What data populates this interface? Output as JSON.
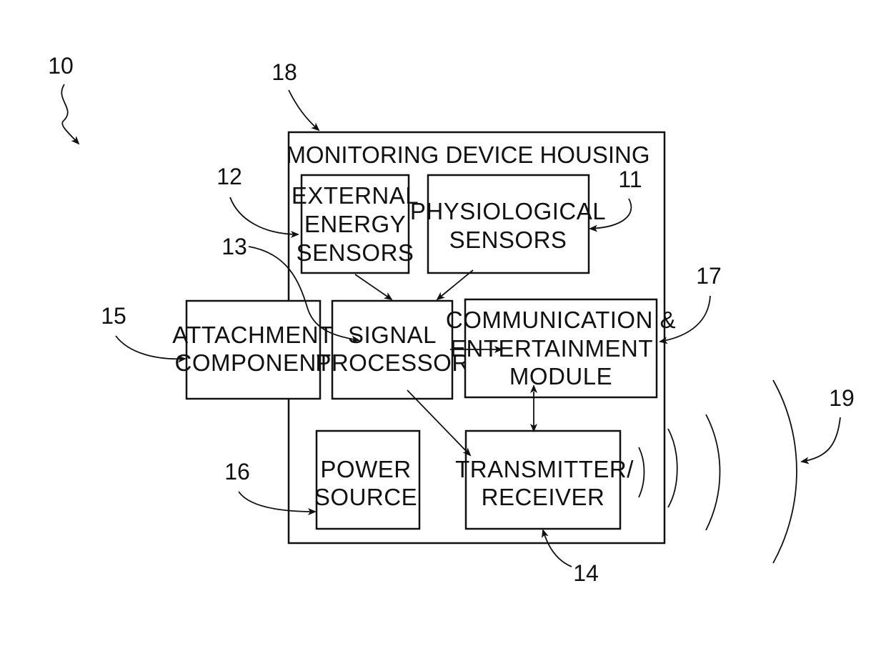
{
  "housing": {
    "title": "MONITORING DEVICE HOUSING"
  },
  "blocks": {
    "external_energy_sensors": [
      "EXTERNAL",
      "ENERGY",
      "SENSORS"
    ],
    "physiological_sensors": [
      "PHYSIOLOGICAL",
      "SENSORS"
    ],
    "attachment_component": [
      "ATTACHMENT",
      "COMPONENT"
    ],
    "signal_processor": [
      "SIGNAL",
      "PROCESSOR"
    ],
    "comm_entertainment_module": [
      "COMMUNICATION &",
      "ENTERTAINMENT",
      "MODULE"
    ],
    "power_source": [
      "POWER",
      "SOURCE"
    ],
    "transmitter_receiver": [
      "TRANSMITTER/",
      "RECEIVER"
    ]
  },
  "refs": {
    "system": "10",
    "physiological_sensors": "11",
    "external_energy_sensors": "12",
    "signal_processor": "13",
    "transmitter_receiver": "14",
    "attachment_component": "15",
    "power_source": "16",
    "comm_entertainment_module": "17",
    "housing": "18",
    "signal_waves": "19"
  }
}
